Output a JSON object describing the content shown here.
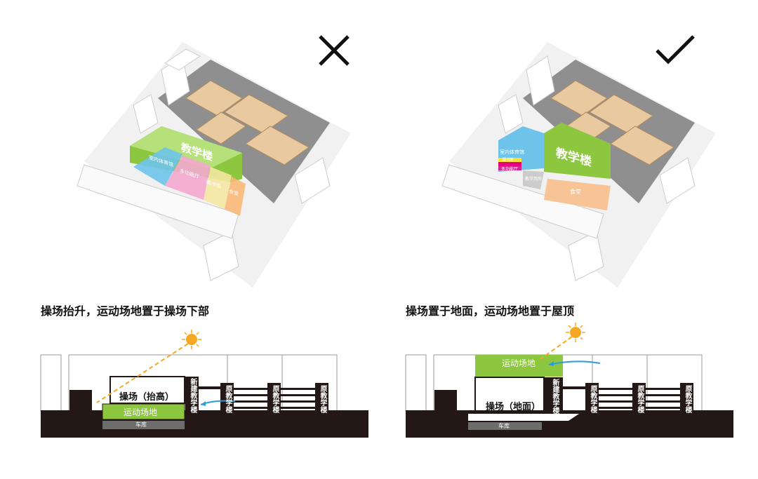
{
  "colors": {
    "green": "#8dc63f",
    "ground": "#231815",
    "garage": "#6d6d6d",
    "sun": "#f7a823",
    "arrow": "#2b9cd8"
  },
  "left": {
    "verdict_icon": "cross-icon",
    "title": "操场抬升，运动场地置于操场下部",
    "aerial_labels": {
      "teaching": "教学楼",
      "gym": "室内体育馆",
      "multi": "多功能厅",
      "library": "图书馆",
      "canteen": "食堂"
    },
    "section": {
      "playground": "操场（抬高）",
      "sports": "运动场地",
      "garage": "车库",
      "new_building": "新建教学楼",
      "old_building": "原教学楼"
    }
  },
  "right": {
    "verdict_icon": "check-icon",
    "title": "操场置于地面，运动场地置于屋顶",
    "aerial_labels": {
      "teaching": "教学楼",
      "gym": "室内体育馆",
      "library": "图书馆",
      "multi": "多功能厅",
      "classroom": "教学用房",
      "canteen": "食堂"
    },
    "section": {
      "playground": "操场（地面）",
      "sports": "运动场地",
      "garage": "车库",
      "new_building": "新建教学楼",
      "old_building": "原教学楼"
    }
  }
}
